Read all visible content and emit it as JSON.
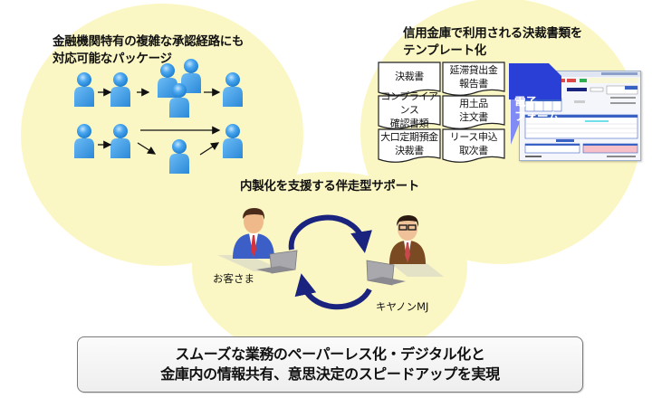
{
  "colors": {
    "bubble": "#fbf7c4",
    "person_blue": "#3a9ae6",
    "arrow_dark_blue": "#1a237e",
    "form_tag_blue": "#2a3fd6",
    "chevron_blue": "#6b78ff"
  },
  "left_section": {
    "heading_lines": [
      "金融機関特有の複雑な承認経路にも",
      "対応可能なパッケージ"
    ],
    "icon": "approval-flow-person-icons"
  },
  "right_section": {
    "heading_lines": [
      "信用金庫で利用される決裁書類を",
      "テンプレート化"
    ],
    "documents": [
      {
        "label": "決裁書"
      },
      {
        "label": "延滞貸出金\n報告書"
      },
      {
        "label": "コンプライアンス\n確認書類"
      },
      {
        "label": "用土品\n注文書"
      },
      {
        "label": "大口定期預金\n決裁書"
      },
      {
        "label": "リース申込\n取次書"
      }
    ],
    "form_tag": "電子\nフォーム"
  },
  "bottom_section": {
    "heading": "内製化を支援する伴走型サポート",
    "customer_label": "お客さま",
    "vendor_label": "キヤノンMJ"
  },
  "summary": {
    "line1": "スムーズな業務のペーパーレス化・デジタル化と",
    "line2": "金庫内の情報共有、意思決定のスピードアップを実現"
  }
}
